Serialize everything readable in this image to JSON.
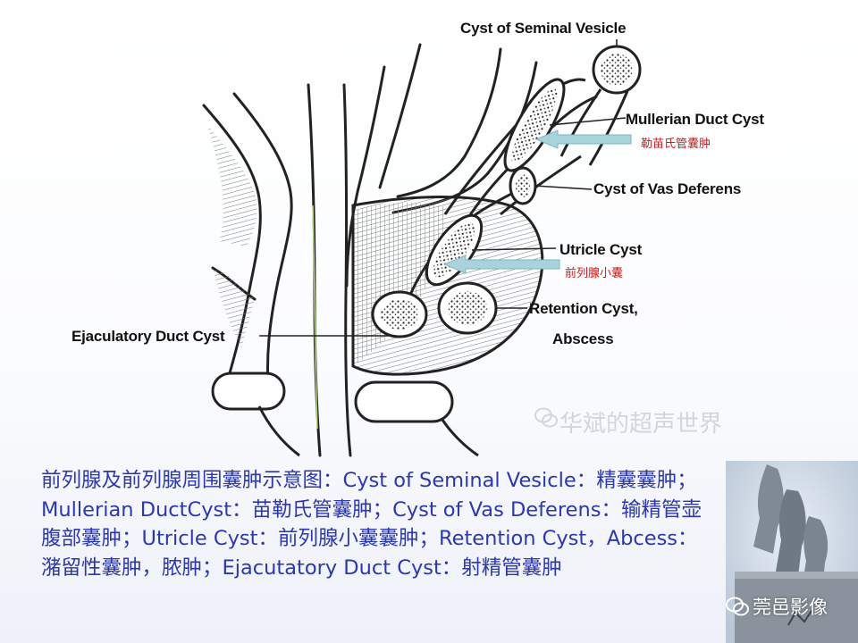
{
  "labels": {
    "seminal_vesicle": "Cyst of Seminal Vesicle",
    "mullerian": "Mullerian Duct Cyst",
    "mullerian_cn": "勒苗氏管囊肿",
    "vas_deferens": "Cyst of Vas Deferens",
    "utricle": "Utricle Cyst",
    "utricle_cn": "前列腺小囊",
    "retention_1": "Retention Cyst,",
    "retention_2": "Abscess",
    "ejaculatory": "Ejaculatory Duct Cyst"
  },
  "caption": "前列腺及前列腺周围囊肿示意图：Cyst of Seminal Vesicle：精囊囊肿；Mullerian DuctCyst：苗勒氏管囊肿；Cyst of Vas Deferens：输精管壶腹部囊肿；Utricle Cyst：前列腺小囊囊肿；Retention Cyst，Abcess：潴留性囊肿，脓肿；Ejacutatory Duct Cyst：射精管囊肿",
  "watermark": "华斌的超声世界",
  "brand": "莞邑影像",
  "colors": {
    "caption": "#2a37b8",
    "red_label": "#d11a1a",
    "arrow": "#a9d3db"
  },
  "icons": [
    "wechat-watermark-icon",
    "wechat-brand-icon",
    "statue-photo"
  ]
}
